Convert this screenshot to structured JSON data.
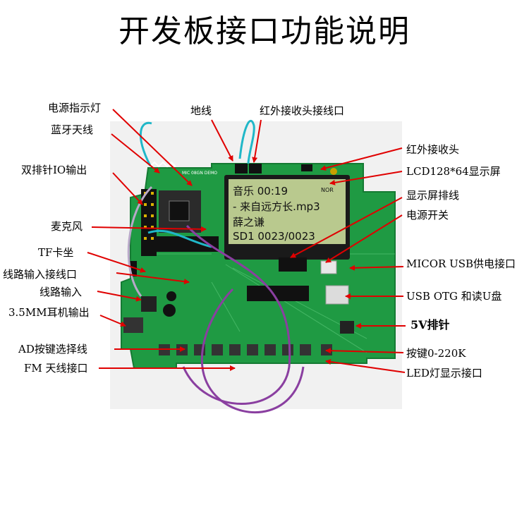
{
  "title": "开发板接口功能说明",
  "lcd": {
    "line1": "音乐  00:19",
    "line2": "- 来自远方长.mp3",
    "line3": "薛之谦",
    "line4": "SD1  0023/0023",
    "corner": "NOR"
  },
  "board_label": "MIC 08GN DEMO",
  "labels": {
    "power_led": "电源指示灯",
    "bluetooth_antenna": "蓝牙天线",
    "double_row_io": "双排针IO输出",
    "microphone": "麦克风",
    "tf_slot": "TF卡坐",
    "line_in_connector": "线路输入接线口",
    "line_in": "线路输入",
    "headphone_out": "3.5MM耳机输出",
    "ad_key_select": "AD按键选择线",
    "fm_antenna": "FM 天线接口",
    "ground": "地线",
    "ir_receiver_connector": "红外接收头接线口",
    "ir_receiver": "红外接收头",
    "lcd_screen": "LCD128*64显示屏",
    "lcd_ribbon": "显示屏排线",
    "power_switch": "电源开关",
    "micro_usb_power": "MICOR USB供电接口",
    "usb_otg": "USB OTG 和读U盘",
    "pin_5v": "5V排针",
    "keys": "按键0-220K",
    "led_interface": "LED灯显示接口"
  },
  "colors": {
    "pcb": "#1f9a43",
    "lcd": "#b9c98e",
    "arrow": "#e00000"
  }
}
